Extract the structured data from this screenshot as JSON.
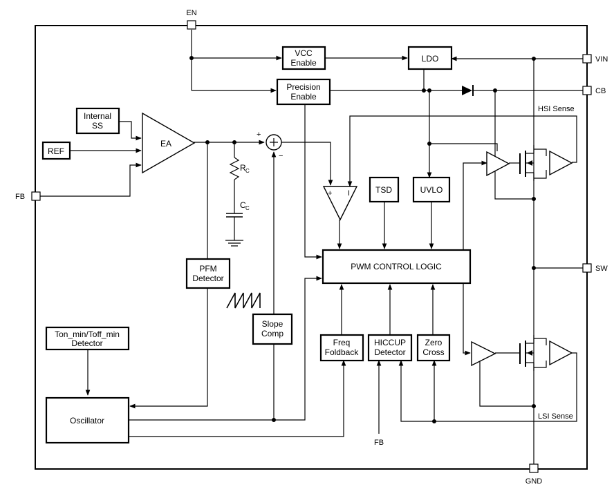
{
  "pins": {
    "en": "EN",
    "vin": "VIN",
    "cb": "CB",
    "sw": "SW",
    "gnd": "GND",
    "fb_left": "FB",
    "fb_bottom": "FB"
  },
  "blocks": {
    "vcc_enable": [
      "VCC",
      "Enable"
    ],
    "ldo": "LDO",
    "precision_enable": [
      "Precision",
      "Enable"
    ],
    "internal_ss": [
      "Internal",
      "SS"
    ],
    "ref": "REF",
    "ea": "EA",
    "tsd": "TSD",
    "uvlo": "UVLO",
    "pfm_detector": [
      "PFM",
      "Detector"
    ],
    "slope_comp": [
      "Slope",
      "Comp"
    ],
    "pwm_control_logic": "PWM CONTROL LOGIC",
    "freq_foldback": [
      "Freq",
      "Foldback"
    ],
    "hiccup_detector": [
      "HICCUP",
      "Detector"
    ],
    "zero_cross": [
      "Zero",
      "Cross"
    ],
    "ton_toff_detector": [
      "Ton_min/Toff_min",
      "Detector"
    ],
    "oscillator": "Oscillator"
  },
  "labels": {
    "hsi_sense": "HSI Sense",
    "lsi_sense": "LSI Sense",
    "rc_main": "R",
    "rc_sub": "C",
    "cc_main": "C",
    "cc_sub": "C",
    "sum_plus": "+",
    "sum_minus": "−",
    "comp_plus": "+",
    "comp_minus": "I"
  }
}
